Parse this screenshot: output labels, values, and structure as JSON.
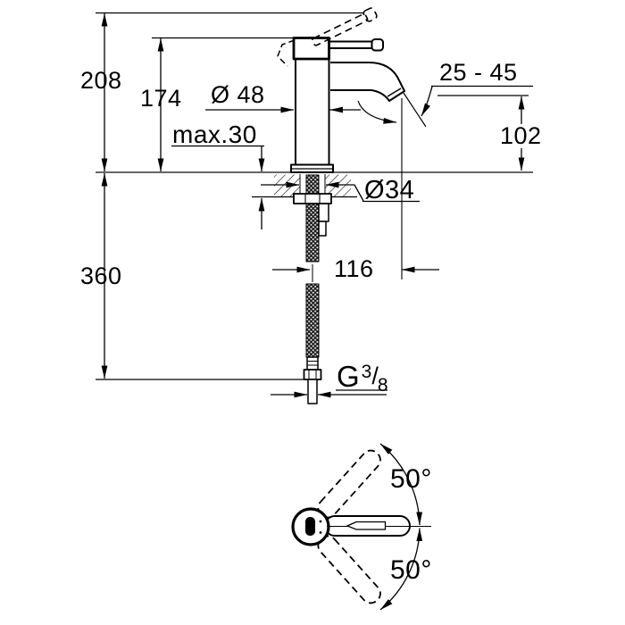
{
  "figure": {
    "side_view": {
      "overall_height": "208",
      "body_height": "174",
      "body_diameter": "Ø 48",
      "max_mounting_thickness": "max.30",
      "aerator_angle_range": "25 - 45",
      "spout_outlet_height": "102",
      "mounting_hole_diameter": "Ø34",
      "supply_length": "360",
      "spout_reach": "116",
      "thread": {
        "g": "G",
        "numerator": "3",
        "slash": "/",
        "denominator": "8"
      }
    },
    "top_view": {
      "lever_swing_upper": "50°",
      "lever_swing_lower": "50°"
    }
  }
}
